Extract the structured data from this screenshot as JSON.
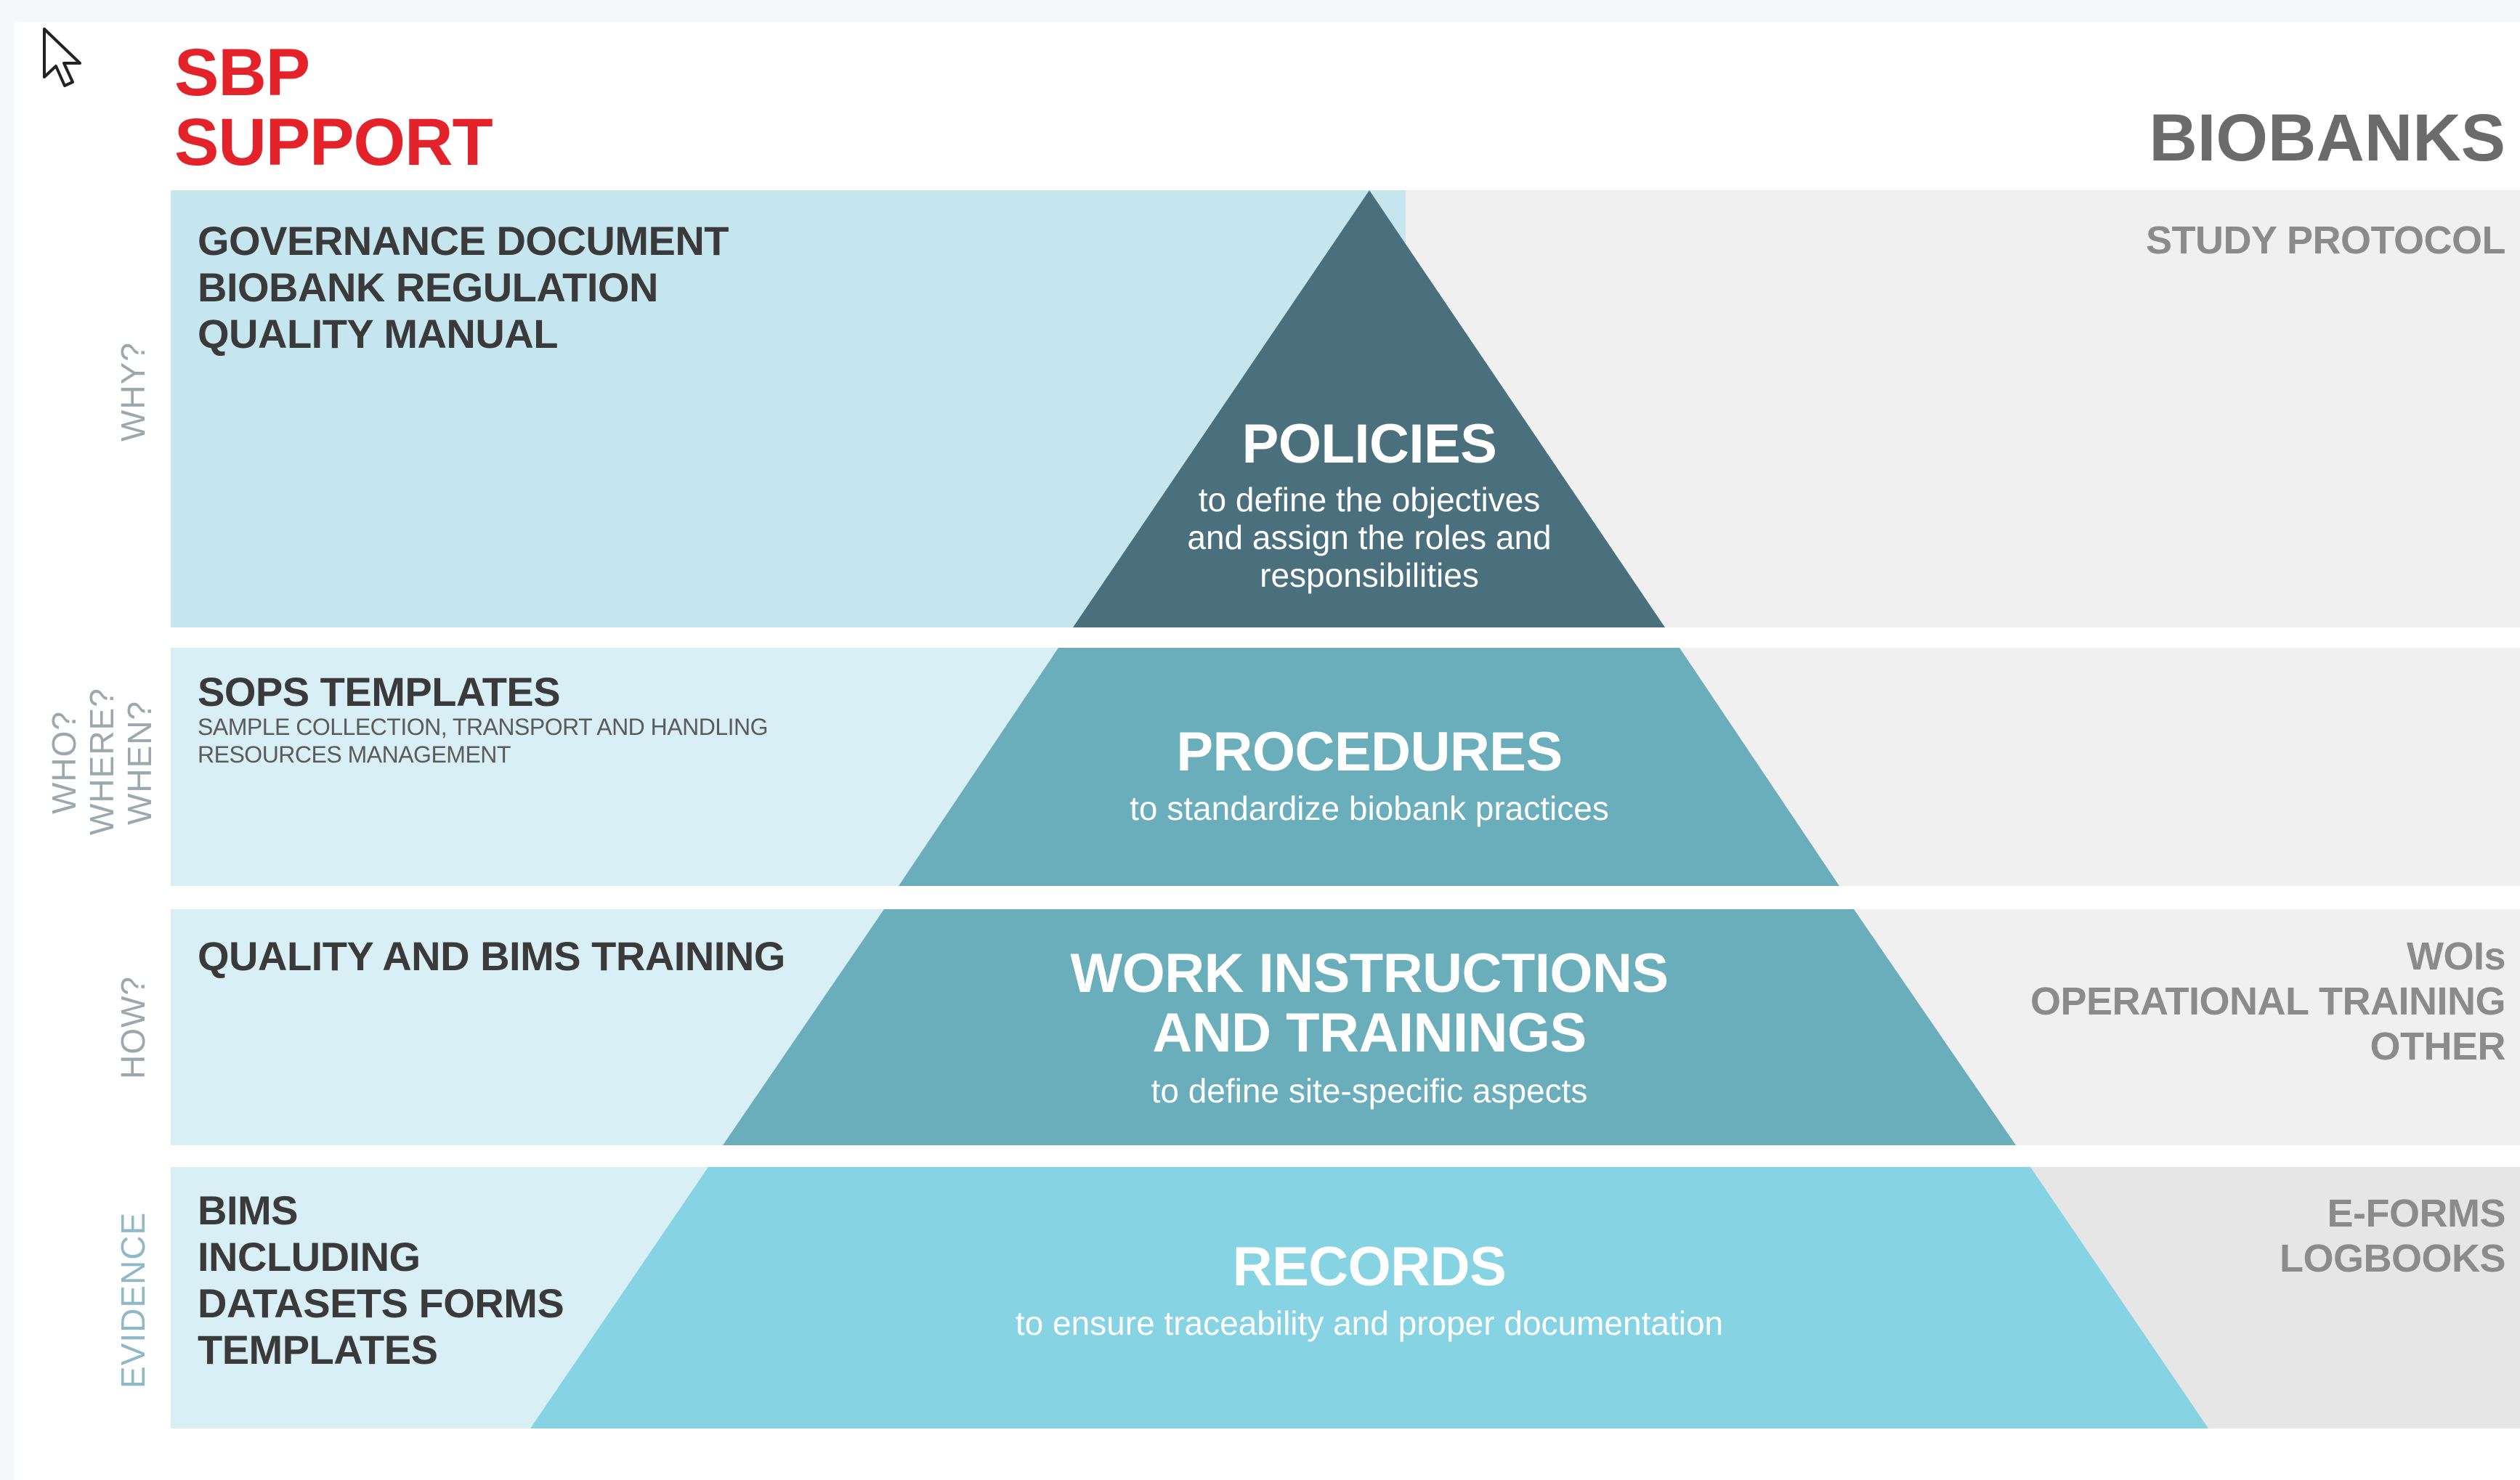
{
  "header": {
    "left_line1": "SBP",
    "left_line2": "SUPPORT",
    "right_title": "BIOBANKS"
  },
  "side_labels": {
    "why": "WHY?",
    "who_where_when": "WHO?\nWHERE?\nWHEN?",
    "how": "HOW?",
    "evidence": "EVIDENCE"
  },
  "left": {
    "policies": [
      "GOVERNANCE DOCUMENT",
      "BIOBANK REGULATION",
      "QUALITY MANUAL"
    ],
    "procedures_title": "SOPS TEMPLATES",
    "procedures_sub": [
      "SAMPLE COLLECTION, TRANSPORT AND HANDLING",
      "RESOURCES MANAGEMENT"
    ],
    "instructions": "QUALITY AND BIMS TRAINING",
    "records": [
      "BIMS",
      "INCLUDING",
      "DATASETS FORMS",
      "TEMPLATES"
    ]
  },
  "right": {
    "policies": "STUDY PROTOCOL",
    "instructions": [
      "WOIs",
      "OPERATIONAL TRAINING",
      "OTHER"
    ],
    "records": [
      "E-FORMS",
      "LOGBOOKS"
    ]
  },
  "pyramid": {
    "policies": {
      "title": "POLICIES",
      "desc": [
        "to define the objectives",
        "and assign the roles and",
        "responsibilities"
      ]
    },
    "procedures": {
      "title": "PROCEDURES",
      "desc": "to standardize biobank practices"
    },
    "instructions": {
      "title": [
        "WORK INSTRUCTIONS",
        "AND TRAININGS"
      ],
      "desc": "to define site-specific aspects"
    },
    "records": {
      "title": "RECORDS",
      "desc": "to ensure traceability and proper documentation"
    }
  },
  "colors": {
    "red": "#e42229",
    "policies_fill": "#4a707d",
    "procedures_fill": "#6aaebc",
    "instructions_fill": "#6aaebc",
    "records_fill": "#86d3e3",
    "band_light": "#c5e6ef",
    "band_lighter": "#d8eff5",
    "right_band": "#f0f0f1"
  },
  "icons": {
    "cursor": "mouse-pointer-icon"
  }
}
